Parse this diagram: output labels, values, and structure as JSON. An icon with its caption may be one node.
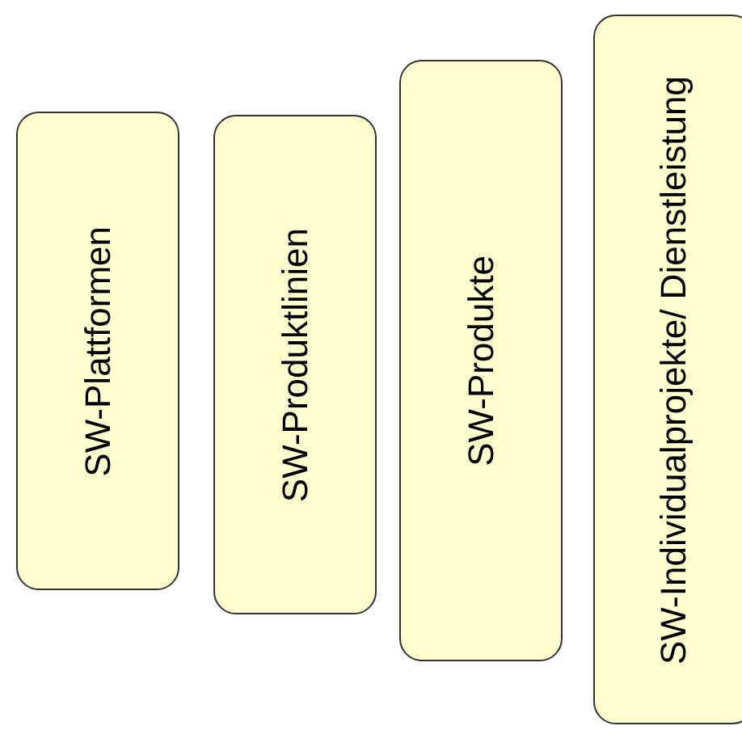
{
  "diagram": {
    "nodes": [
      {
        "text": [
          "SW-Plattformen"
        ]
      },
      {
        "text": [
          "SW-Produktlinien"
        ]
      },
      {
        "text": [
          "SW-Produkte"
        ]
      },
      {
        "text": [
          "SW-Individualprojekte/ Dienstleistung"
        ]
      }
    ]
  }
}
